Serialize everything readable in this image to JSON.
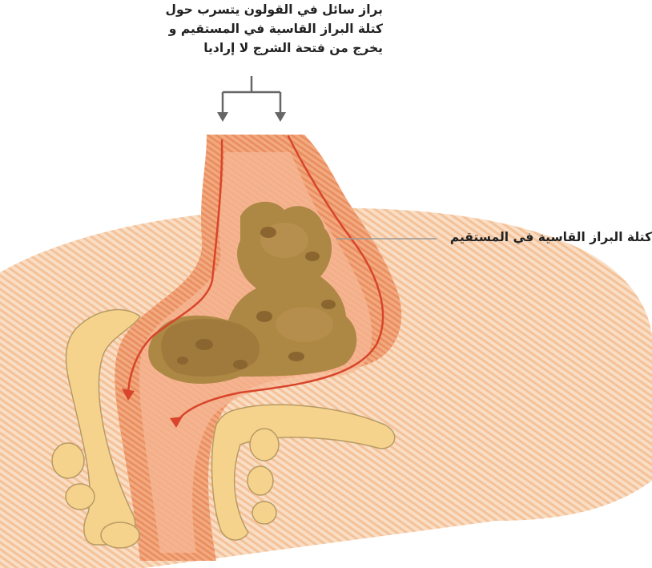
{
  "labels": {
    "liquid_stool": {
      "line1": "براز سائل في القولون يتسرب حول",
      "line2": "كتلة البراز القاسية في المستقيم و",
      "line3": "يخرج من فتحة الشرج لا إراديا"
    },
    "hard_stool_mass": "كتلة البراز القاسية في المستقيم"
  },
  "colors": {
    "tissue_stripe": "#f6c9a2",
    "rectum_wall": "#ef9f73",
    "rectum_inner": "#f2b08c",
    "bone": "#f6d38d",
    "bone_outline": "#b89a63",
    "stool": "#a8823e",
    "stool_dark": "#8a6530",
    "flow_arrow": "#d8452a",
    "pointer_arrow": "#666666"
  }
}
